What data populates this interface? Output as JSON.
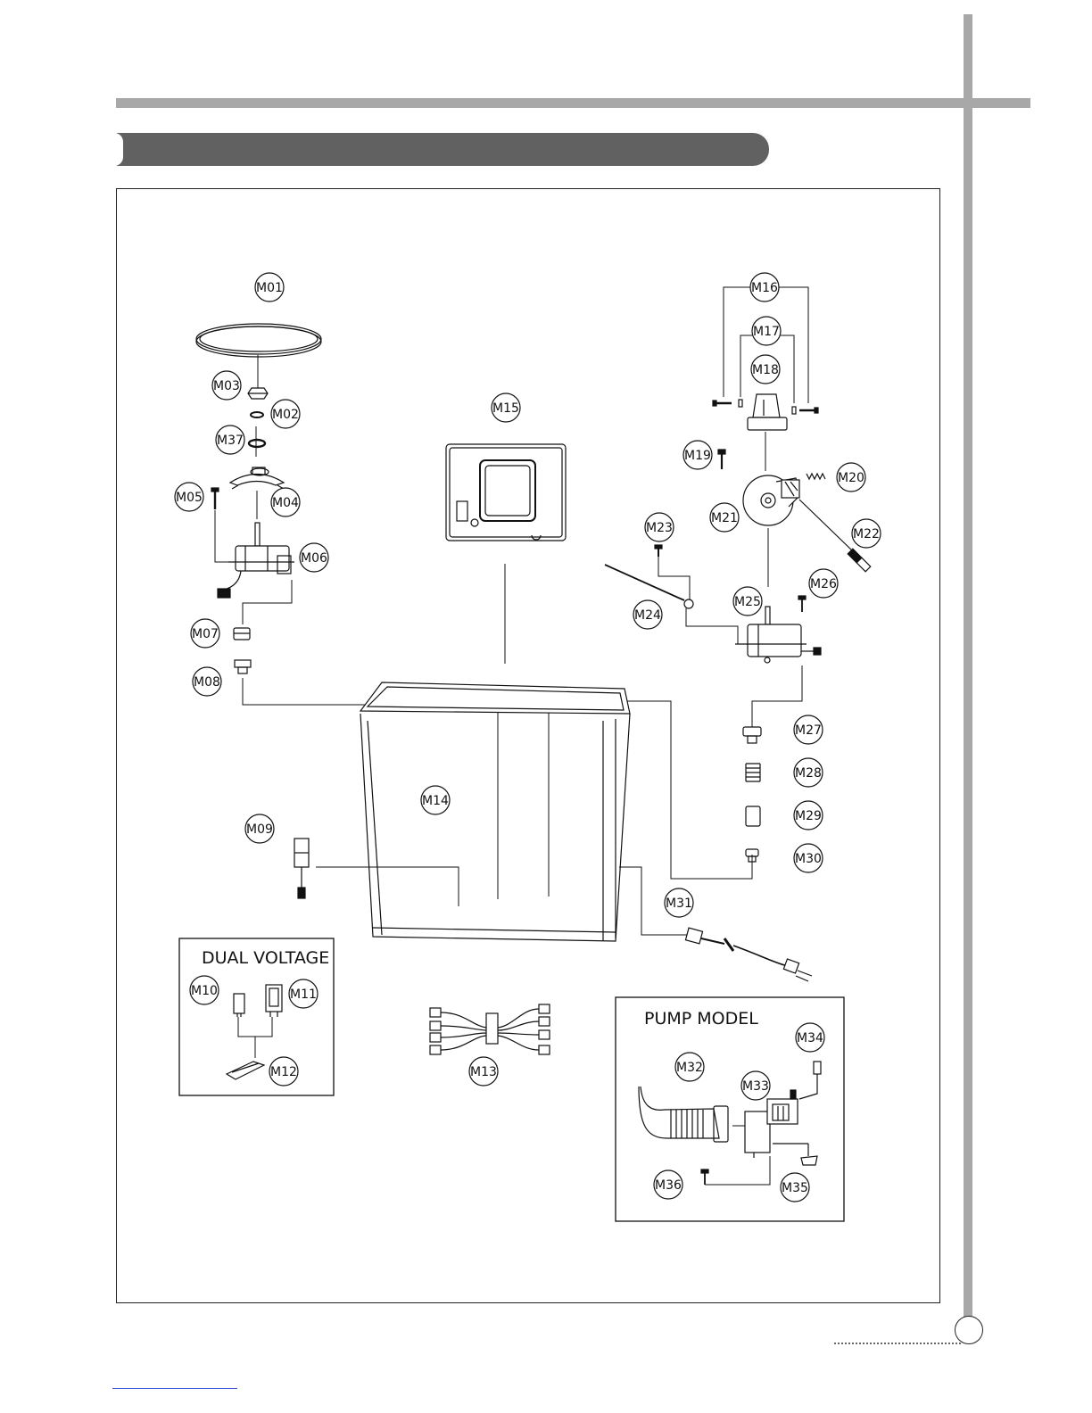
{
  "labels": {
    "m01": "M01",
    "m02": "M02",
    "m03": "M03",
    "m04": "M04",
    "m05": "M05",
    "m06": "M06",
    "m07": "M07",
    "m08": "M08",
    "m09": "M09",
    "m10": "M10",
    "m11": "M11",
    "m12": "M12",
    "m13": "M13",
    "m14": "M14",
    "m15": "M15",
    "m16": "M16",
    "m17": "M17",
    "m18": "M18",
    "m19": "M19",
    "m20": "M20",
    "m21": "M21",
    "m22": "M22",
    "m23": "M23",
    "m24": "M24",
    "m25": "M25",
    "m26": "M26",
    "m27": "M27",
    "m28": "M28",
    "m29": "M29",
    "m30": "M30",
    "m31": "M31",
    "m32": "M32",
    "m33": "M33",
    "m34": "M34",
    "m35": "M35",
    "m36": "M36",
    "m37": "M37"
  },
  "boxes": {
    "dual_voltage": "DUAL VOLTAGE",
    "pump_model": "PUMP MODEL"
  },
  "section_title": "",
  "page_number": ""
}
